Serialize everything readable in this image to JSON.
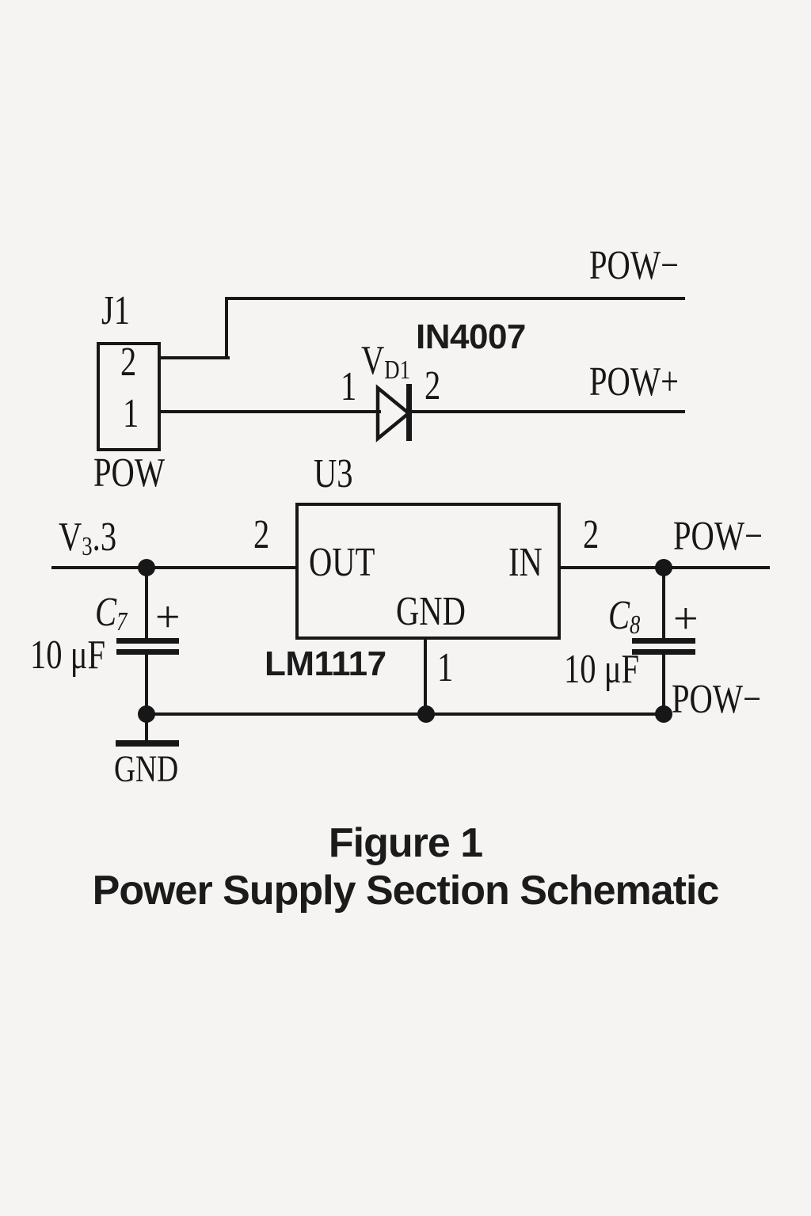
{
  "colors": {
    "ink": "#171717",
    "paper": "#f5f4f2"
  },
  "schematic": {
    "j1": {
      "ref": "J1",
      "pin2": "2",
      "pin1": "1",
      "name": "POW"
    },
    "vd1": {
      "ref_base": "V",
      "ref_sub": "D1",
      "part": "IN4007",
      "pin1": "1",
      "pin2": "2"
    },
    "u3": {
      "ref": "U3",
      "part": "LM1117",
      "pin_out": "OUT",
      "pin_in": "IN",
      "pin_gnd": "GND",
      "pin_out_num": "2",
      "pin_in_num": "2",
      "pin_gnd_num": "1"
    },
    "c7": {
      "ref_base": "C",
      "ref_sub": "7",
      "value": "10 μF",
      "polarity": "+"
    },
    "c8": {
      "ref_base": "C",
      "ref_sub": "8",
      "value": "10 μF",
      "polarity": "+"
    },
    "nets": {
      "pow_minus_top": "POW−",
      "pow_plus": "POW+",
      "v33_base": "V",
      "v33_sub": "3",
      "v33_rest": ".3",
      "pow_minus_in": "POW−",
      "pow_minus_bottom": "POW−",
      "gnd": "GND"
    }
  },
  "caption": {
    "line1": "Figure 1",
    "line2": "Power Supply Section Schematic"
  }
}
